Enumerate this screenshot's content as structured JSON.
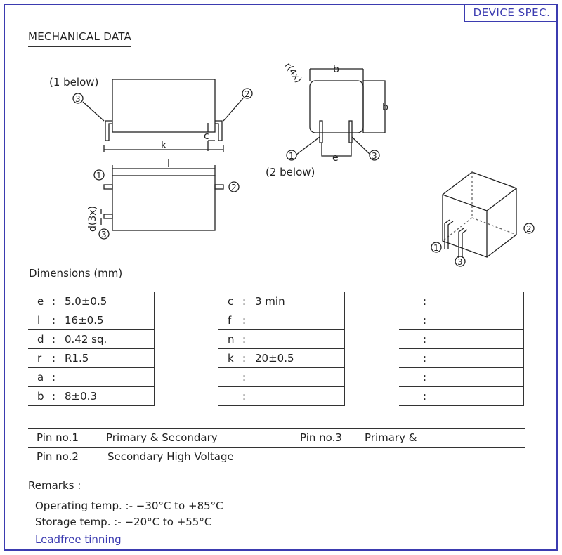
{
  "header": {
    "spec_label": "DEVICE SPEC.",
    "title": "MECHANICAL DATA"
  },
  "drawing": {
    "side_note": "(1 below)",
    "end_note": "(2 below)",
    "k": "k",
    "c": "c",
    "l": "l",
    "d": "d(3x)",
    "b": "b",
    "e": "e",
    "r": "r(4x)",
    "pin1": "1",
    "pin2": "2",
    "pin3": "3"
  },
  "dimensions": {
    "heading": "Dimensions (mm)",
    "col1": [
      {
        "k": "e",
        "v": "5.0±0.5"
      },
      {
        "k": "l",
        "v": "16±0.5"
      },
      {
        "k": "d",
        "v": "0.42 sq."
      },
      {
        "k": "r",
        "v": "R1.5"
      },
      {
        "k": "a",
        "v": ""
      },
      {
        "k": "b",
        "v": "8±0.3"
      }
    ],
    "col2": [
      {
        "k": "c",
        "v": "3 min"
      },
      {
        "k": "f",
        "v": ""
      },
      {
        "k": "n",
        "v": ""
      },
      {
        "k": "k",
        "v": "20±0.5"
      },
      {
        "k": "",
        "v": ""
      },
      {
        "k": "",
        "v": ""
      }
    ],
    "col3": [
      {
        "k": "",
        "v": ""
      },
      {
        "k": "",
        "v": ""
      },
      {
        "k": "",
        "v": ""
      },
      {
        "k": "",
        "v": ""
      },
      {
        "k": "",
        "v": ""
      },
      {
        "k": "",
        "v": ""
      }
    ],
    "sep": ":"
  },
  "pins": [
    {
      "label": "Pin no.1",
      "desc": "Primary & Secondary",
      "label2": "Pin no.3",
      "desc2": "Primary &"
    },
    {
      "label": "Pin no.2",
      "desc": "Secondary High Voltage"
    }
  ],
  "remarks": {
    "heading": "Remarks",
    "colon": ":",
    "lines": [
      "Operating temp. :-  −30°C to +85°C",
      "Storage temp. :-  −20°C to +55°C"
    ],
    "note": "Leadfree tinning"
  }
}
